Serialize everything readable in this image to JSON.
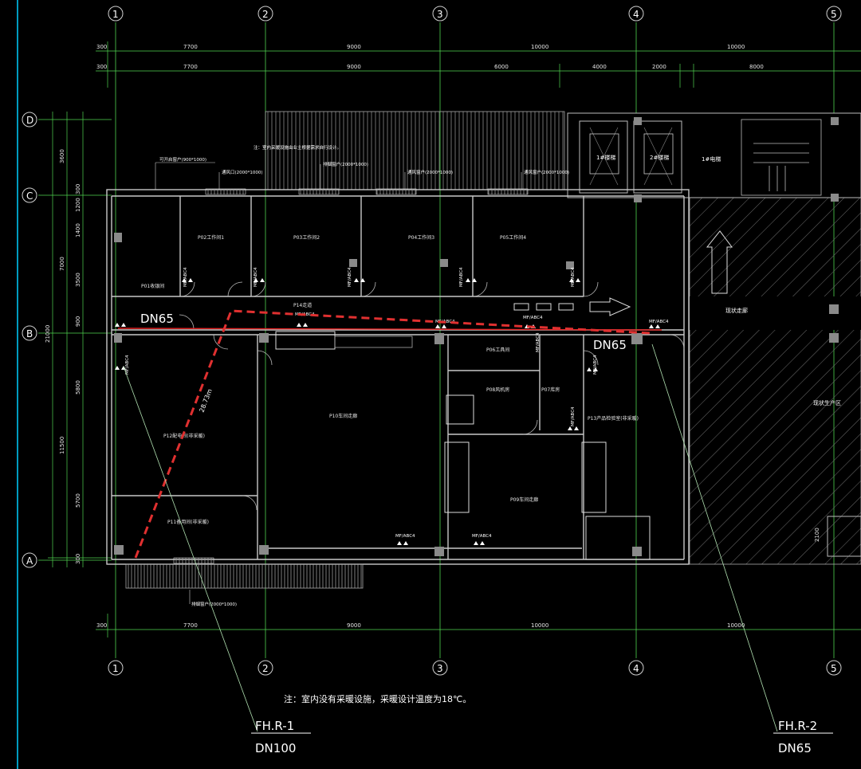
{
  "axes": {
    "columns": [
      "1",
      "2",
      "3",
      "4",
      "5"
    ],
    "rows": [
      "D",
      "C",
      "B",
      "A"
    ]
  },
  "dimensions": {
    "top_row1": [
      "300",
      "7700",
      "9000",
      "10000",
      "10000"
    ],
    "top_row2": [
      "300",
      "7700",
      "9000",
      "6000",
      "4000",
      "2000",
      "8000"
    ],
    "bottom_row": [
      "300",
      "7700",
      "9000",
      "10000",
      "10000"
    ],
    "left_outer": [
      "3600",
      "7000",
      "21000",
      "11500"
    ],
    "left_inner": [
      "300",
      "1200",
      "1400",
      "3500",
      "900",
      "5800",
      "5700",
      "300"
    ],
    "right_small": "2100"
  },
  "rooms": {
    "p01": "P01收银间",
    "p02": "P02工作间1",
    "p03": "P03工作间2",
    "p04": "P04工作间3",
    "p05": "P05工作间4",
    "p06": "P06工具间",
    "p07": "P07库房",
    "p08": "P08风机房",
    "p09": "P09车间走廊",
    "p10": "P10车间走廊",
    "p11": "P11备用间(非采暖)",
    "p12": "P12配电间(非采暖)",
    "p13": "P13产品检验室(非采暖)",
    "p14": "P14走道"
  },
  "exterior": {
    "stair1": "1#楼梯",
    "stair2": "2#楼梯",
    "elevator": "1#电梯",
    "corridor": "现状走廊",
    "workshop": "现状生产区",
    "note_top": "注：室内采暖设施由业主根据需求自行设计。",
    "label_vent1": "可开启窗户(900*1000)",
    "label_vent2": "通风口(2000*1000)",
    "label_vent3": "排烟窗户(2000*1000)",
    "label_vent4": "通风窗户(2000*1000)",
    "label_vent5": "通风窗户(2000*1000)",
    "label_vent6": "排烟窗户(2000*1000)"
  },
  "equipment": {
    "ext_tag": "MF/ABC4",
    "dn65_left": "DN65",
    "dn65_right": "DN65",
    "dist": "28.73m"
  },
  "risers": {
    "r1_name": "FH.R-1",
    "r1_size": "DN100",
    "r2_name": "FH.R-2",
    "r2_size": "DN65"
  },
  "note": "注：室内没有采暖设施，采暖设计温度为18℃。",
  "colors": {
    "grid": "#4fd44f",
    "wall": "#c8c8c8",
    "pipe": "#e02020",
    "route": "#e03030",
    "hatch": "#7a7a7a",
    "accent": "#00d0ff"
  }
}
